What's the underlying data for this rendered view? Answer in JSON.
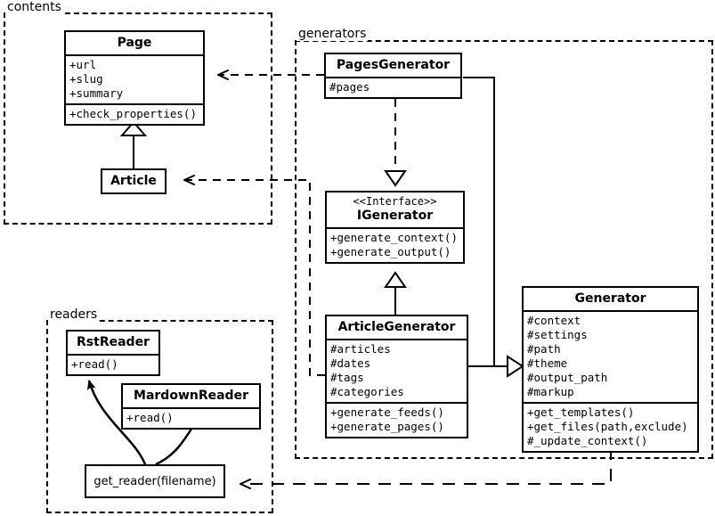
{
  "diagram": {
    "title": "UML class diagram",
    "background": "#ffffff",
    "line_color": "#000000"
  },
  "packages": [
    {
      "name": "contents",
      "label": "contents"
    },
    {
      "name": "generators",
      "label": "generators"
    },
    {
      "name": "readers",
      "label": "readers"
    }
  ],
  "classes": {
    "page": {
      "name": "Page",
      "attributes": [
        "+url",
        "+slug",
        "+summary"
      ],
      "methods": [
        "+check_properties()"
      ]
    },
    "article": {
      "name": "Article",
      "attributes": [],
      "methods": []
    },
    "pages_generator": {
      "name": "PagesGenerator",
      "attributes": [
        "#pages"
      ],
      "methods": []
    },
    "igenerator": {
      "stereotype": "<<Interface>>",
      "name": "IGenerator",
      "attributes": [],
      "methods": [
        "+generate_context()",
        "+generate_output()"
      ]
    },
    "article_generator": {
      "name": "ArticleGenerator",
      "attributes": [
        "#articles",
        "#dates",
        "#tags",
        "#categories"
      ],
      "methods": [
        "+generate_feeds()",
        "+generate_pages()"
      ]
    },
    "generator": {
      "name": "Generator",
      "attributes": [
        "#context",
        "#settings",
        "#path",
        "#theme",
        "#output_path",
        "#markup"
      ],
      "methods": [
        "+get_templates()",
        "+get_files(path,exclude)",
        "#_update_context()"
      ]
    },
    "rst_reader": {
      "name": "RstReader",
      "attributes": [],
      "methods": [
        "+read()"
      ]
    },
    "mardown_reader": {
      "name": "MardownReader",
      "attributes": [],
      "methods": [
        "+read()"
      ]
    }
  },
  "functions": {
    "get_reader": {
      "label": "get_reader(filename)"
    }
  },
  "relationships": [
    {
      "name": "article-inherits-page",
      "from": "Article",
      "to": "Page",
      "type": "generalization"
    },
    {
      "name": "pagesgenerator-depends-page",
      "from": "PagesGenerator",
      "to": "Page",
      "type": "dependency"
    },
    {
      "name": "articlegenerator-depends-article",
      "from": "ArticleGenerator",
      "to": "Article",
      "type": "dependency"
    },
    {
      "name": "pagesgenerator-realizes-igenerator",
      "from": "PagesGenerator",
      "to": "IGenerator",
      "type": "realization"
    },
    {
      "name": "articlegenerator-realizes-igenerator",
      "from": "ArticleGenerator",
      "to": "IGenerator",
      "type": "realization"
    },
    {
      "name": "pagesgenerator-inherits-generator",
      "from": "PagesGenerator",
      "to": "Generator",
      "type": "generalization"
    },
    {
      "name": "articlegenerator-inherits-generator",
      "from": "ArticleGenerator",
      "to": "Generator",
      "type": "generalization"
    },
    {
      "name": "generator-depends-getreader",
      "from": "Generator",
      "to": "get_reader(filename)",
      "type": "dependency"
    },
    {
      "name": "getreader-creates-rstreader",
      "from": "get_reader(filename)",
      "to": "RstReader",
      "type": "association"
    },
    {
      "name": "getreader-creates-mardownreader",
      "from": "get_reader(filename)",
      "to": "MardownReader",
      "type": "association"
    }
  ]
}
